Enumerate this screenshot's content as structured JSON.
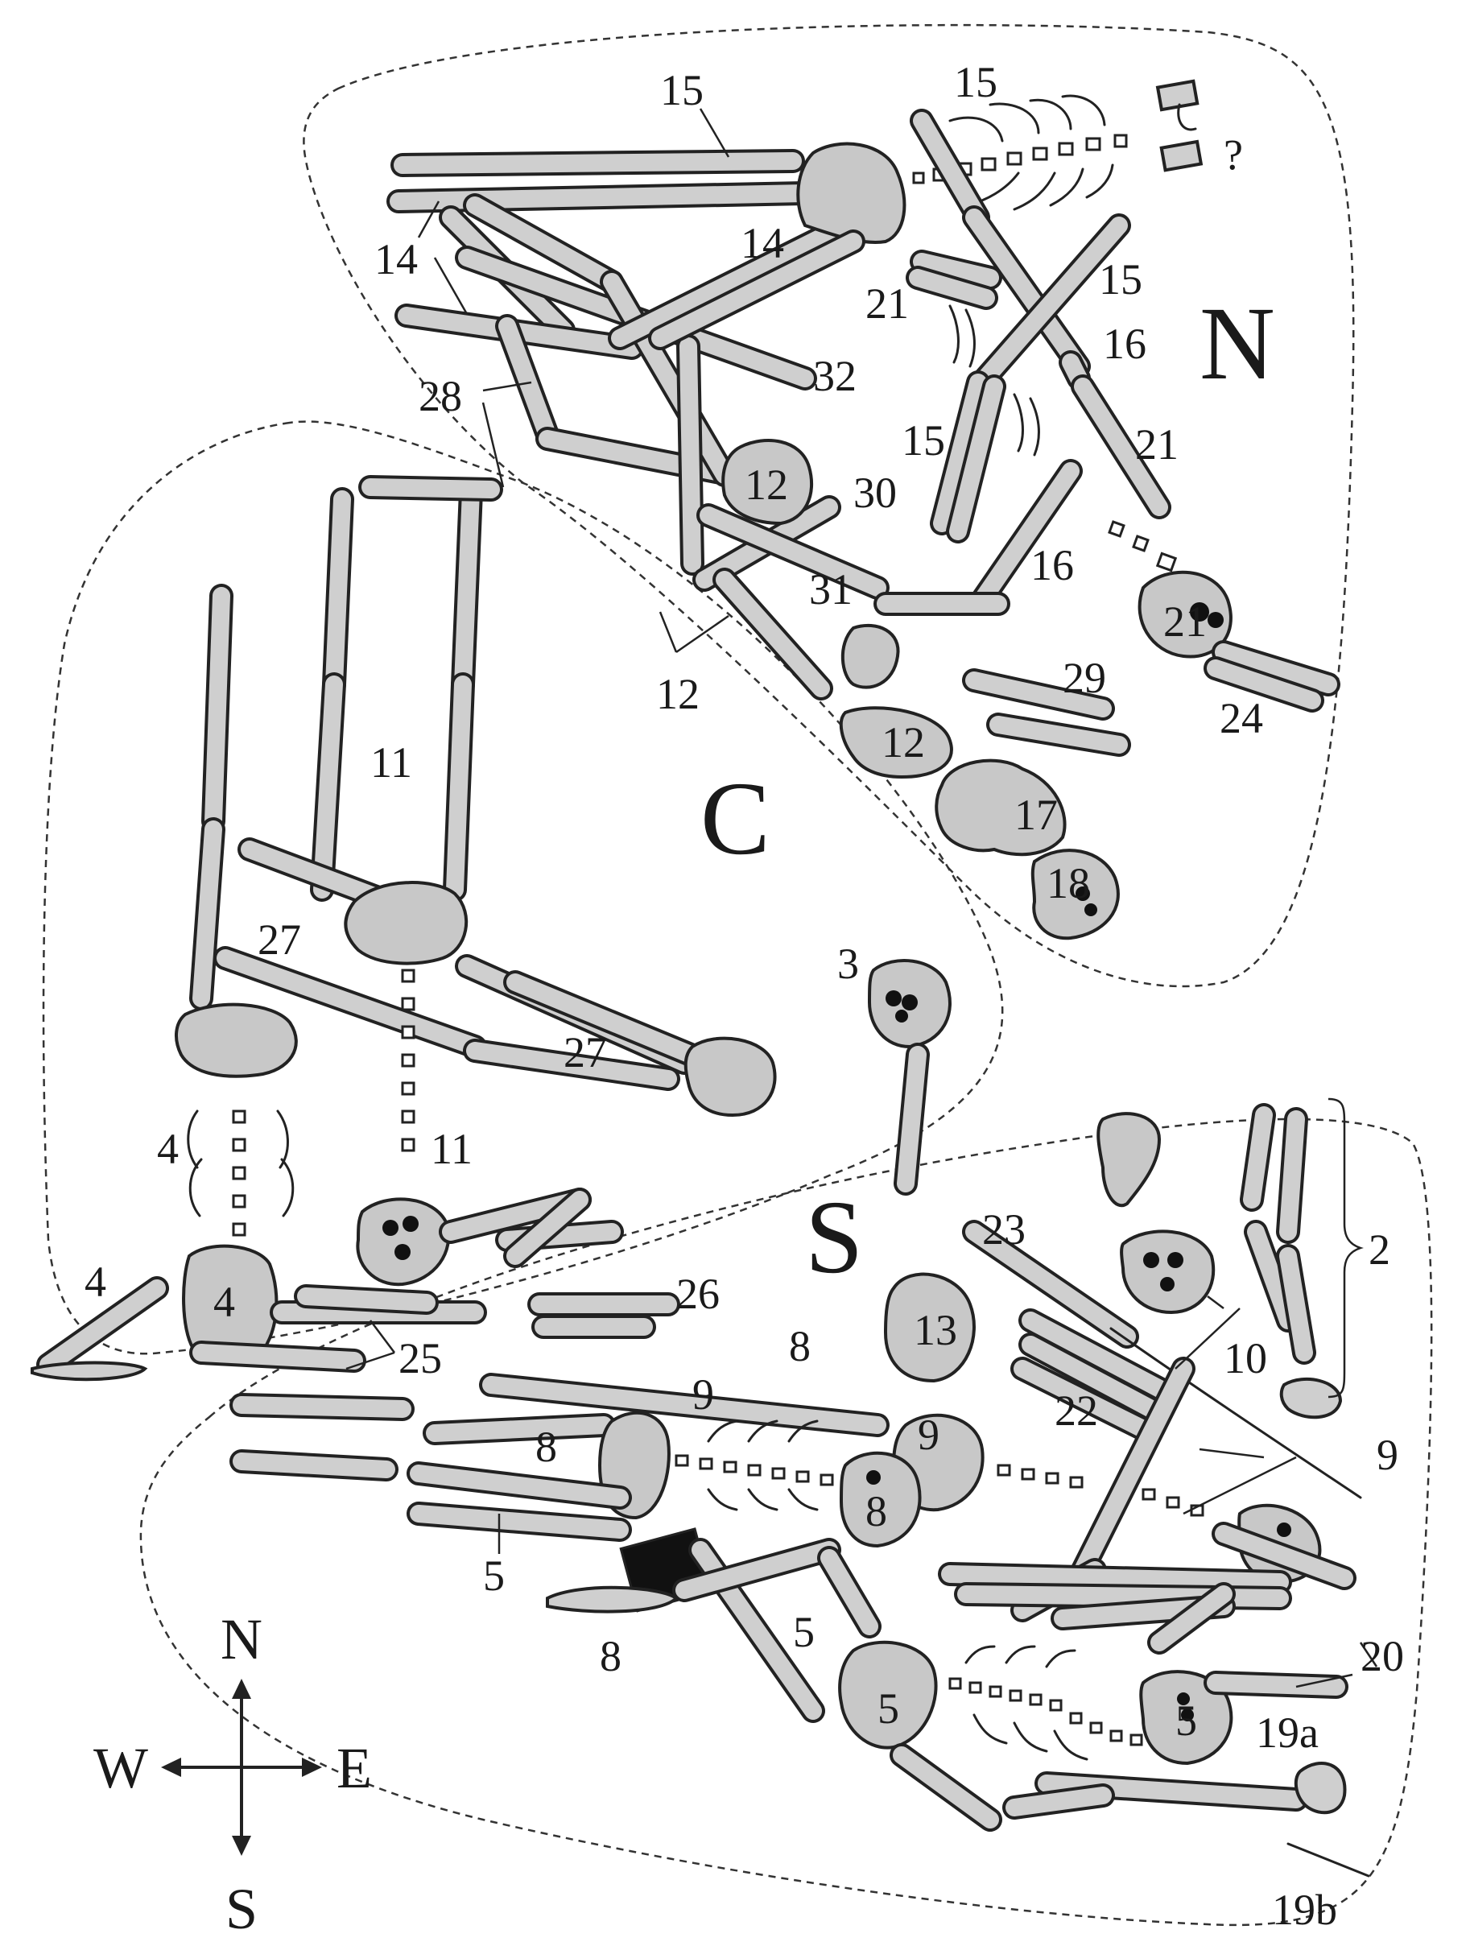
{
  "zones": {
    "north": "N",
    "central": "C",
    "south": "S"
  },
  "compass": {
    "north": "N",
    "south": "S",
    "west": "W",
    "east": "E"
  },
  "labels": [
    {
      "id": "l15a",
      "text": "15"
    },
    {
      "id": "l15b",
      "text": "15"
    },
    {
      "id": "lq",
      "text": "?"
    },
    {
      "id": "l14a",
      "text": "14"
    },
    {
      "id": "l14b",
      "text": "14"
    },
    {
      "id": "l21a",
      "text": "21"
    },
    {
      "id": "l15c",
      "text": "15"
    },
    {
      "id": "l16a",
      "text": "16"
    },
    {
      "id": "l32",
      "text": "32"
    },
    {
      "id": "l28",
      "text": "28"
    },
    {
      "id": "l15d",
      "text": "15"
    },
    {
      "id": "l21b",
      "text": "21"
    },
    {
      "id": "l12a",
      "text": "12"
    },
    {
      "id": "l30",
      "text": "30"
    },
    {
      "id": "l16b",
      "text": "16"
    },
    {
      "id": "l31",
      "text": "31"
    },
    {
      "id": "l21c",
      "text": "21"
    },
    {
      "id": "l29",
      "text": "29"
    },
    {
      "id": "l12b",
      "text": "12"
    },
    {
      "id": "l24",
      "text": "24"
    },
    {
      "id": "l12c",
      "text": "12"
    },
    {
      "id": "l11a",
      "text": "11"
    },
    {
      "id": "l17",
      "text": "17"
    },
    {
      "id": "l18",
      "text": "18"
    },
    {
      "id": "l27a",
      "text": "27"
    },
    {
      "id": "l3",
      "text": "3"
    },
    {
      "id": "l27b",
      "text": "27"
    },
    {
      "id": "l11b",
      "text": "11"
    },
    {
      "id": "l4a",
      "text": "4"
    },
    {
      "id": "l2",
      "text": "2"
    },
    {
      "id": "l23",
      "text": "23"
    },
    {
      "id": "l26",
      "text": "26"
    },
    {
      "id": "l4b",
      "text": "4"
    },
    {
      "id": "l4c",
      "text": "4"
    },
    {
      "id": "l25",
      "text": "25"
    },
    {
      "id": "l8a",
      "text": "8"
    },
    {
      "id": "l13",
      "text": "13"
    },
    {
      "id": "l10",
      "text": "10"
    },
    {
      "id": "l9a",
      "text": "9"
    },
    {
      "id": "l22",
      "text": "22"
    },
    {
      "id": "l8b",
      "text": "8"
    },
    {
      "id": "l9b",
      "text": "9"
    },
    {
      "id": "l9c",
      "text": "9"
    },
    {
      "id": "l8c",
      "text": "8"
    },
    {
      "id": "l5a",
      "text": "5"
    },
    {
      "id": "l20",
      "text": "20"
    },
    {
      "id": "l8d",
      "text": "8"
    },
    {
      "id": "l5b",
      "text": "5"
    },
    {
      "id": "l5c",
      "text": "5"
    },
    {
      "id": "l5d",
      "text": "5"
    },
    {
      "id": "l19a",
      "text": "19a"
    },
    {
      "id": "l19b",
      "text": "19b"
    }
  ]
}
